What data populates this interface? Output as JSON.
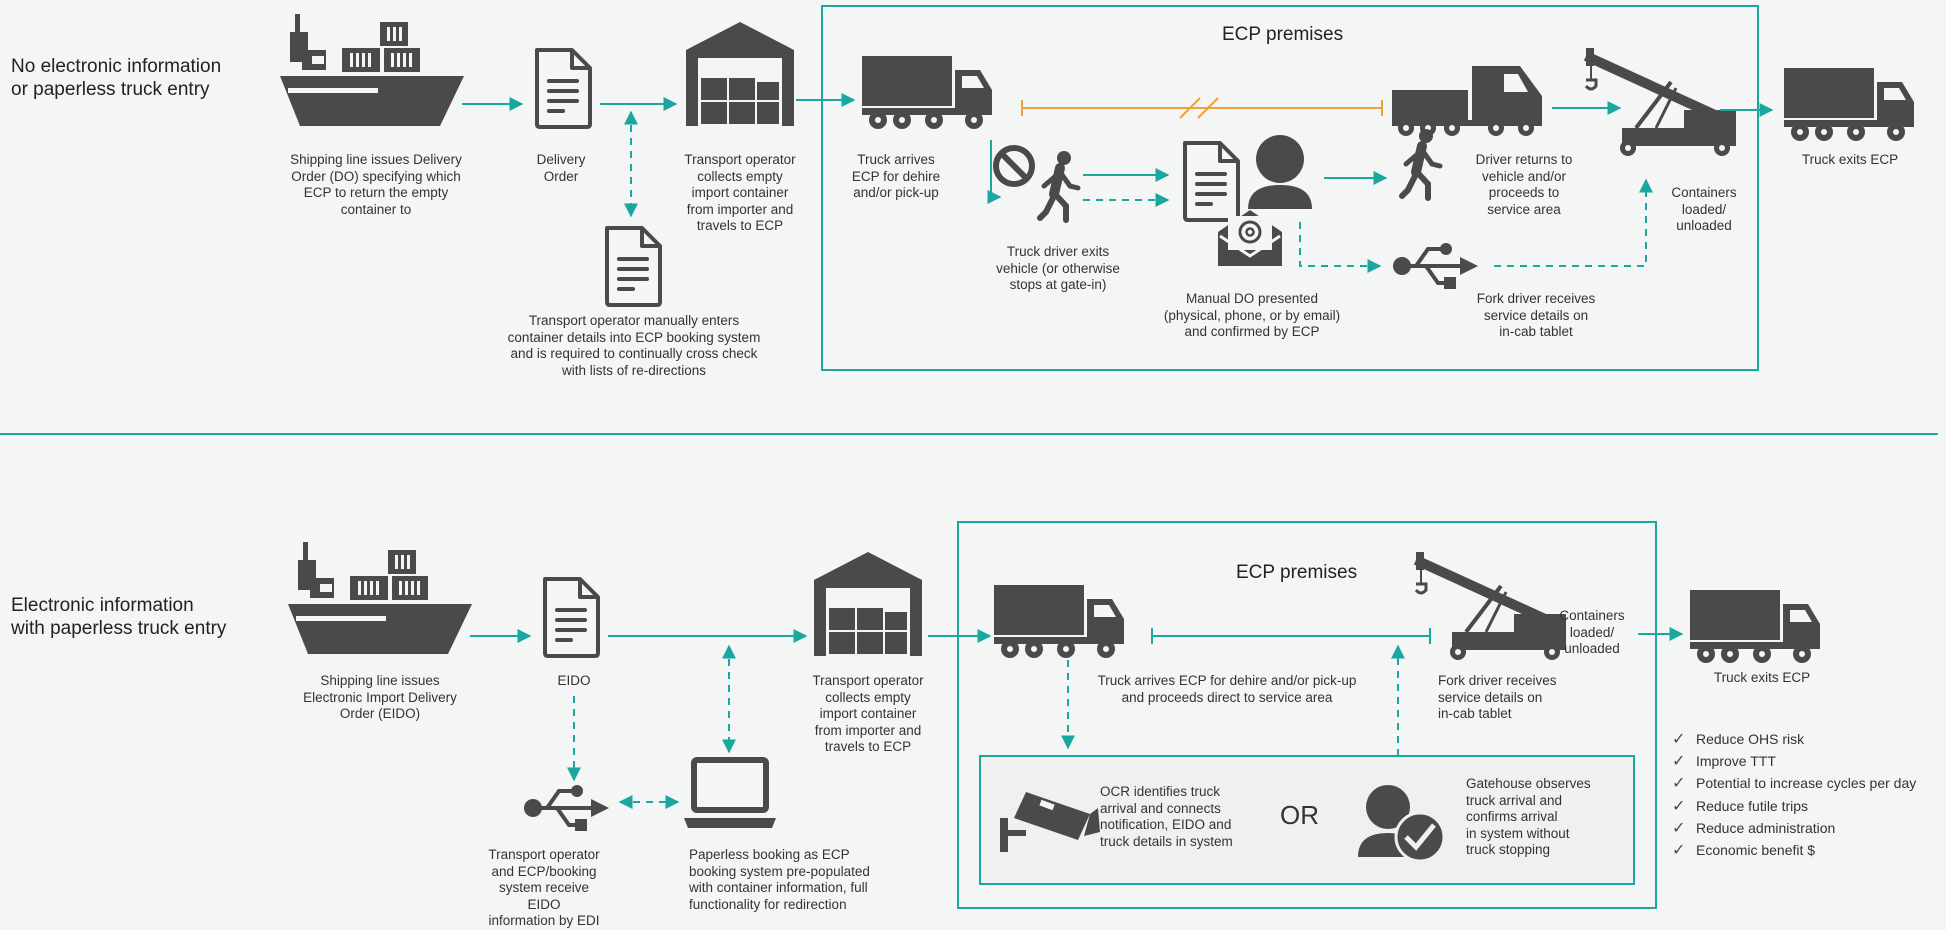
{
  "top": {
    "title_line1": "No electronic information",
    "title_line2": "or paperless truck entry",
    "premises_label": "ECP premises",
    "captions": {
      "ship": [
        "Shipping line issues Delivery",
        "Order (DO) specifying which",
        "ECP to return the empty",
        "container to"
      ],
      "do": [
        "Delivery",
        "Order"
      ],
      "warehouse": [
        "Transport operator",
        "collects empty",
        "import container",
        "from importer and",
        "travels to ECP"
      ],
      "manual_entry": [
        "Transport operator manually enters",
        "container details into ECP booking system",
        "and is required to continually cross check",
        "with lists of re-directions"
      ],
      "truck_arrives": [
        "Truck arrives",
        "ECP for dehire",
        "and/or pick-up"
      ],
      "driver_exits": [
        "Truck driver exits",
        "vehicle (or otherwise",
        "stops at gate-in)"
      ],
      "manual_do": [
        "Manual DO presented",
        "(physical, phone, or by email)",
        "and confirmed by ECP"
      ],
      "driver_returns": [
        "Driver returns to",
        "vehicle and/or",
        "proceeds to",
        "service area"
      ],
      "fork_driver": [
        "Fork driver receives",
        "service details on",
        "in-cab tablet"
      ],
      "containers": [
        "Containers",
        "loaded/",
        "unloaded"
      ],
      "truck_exits": [
        "Truck exits ECP"
      ]
    }
  },
  "bottom": {
    "title_line1": "Electronic information",
    "title_line2": "with paperless truck entry",
    "premises_label": "ECP premises",
    "or_label": "OR",
    "captions": {
      "ship": [
        "Shipping line issues",
        "Electronic Import Delivery",
        "Order (EIDO)"
      ],
      "eido": [
        "EIDO"
      ],
      "warehouse": [
        "Transport operator",
        "collects empty",
        "import container",
        "from importer and",
        "travels to ECP"
      ],
      "usb": [
        "Transport operator",
        "and ECP/booking",
        "system receive EIDO",
        "information by EDI"
      ],
      "laptop": [
        "Paperless booking as ECP",
        "booking system pre-populated",
        "with container information, full",
        "functionality for redirection"
      ],
      "truck_arrives": [
        "Truck arrives ECP for dehire and/or pick-up",
        "and proceeds direct to service area"
      ],
      "fork_driver": [
        "Fork driver receives",
        "service details on",
        "in-cab tablet"
      ],
      "containers": [
        "Containers",
        "loaded/",
        "unloaded"
      ],
      "truck_exits": [
        "Truck exits ECP"
      ],
      "ocr": [
        "OCR identifies truck",
        "arrival and connects",
        "notification, EIDO and",
        "truck details in system"
      ],
      "gatehouse": [
        "Gatehouse observes",
        "truck arrival and",
        "confirms arrival",
        "in system without",
        "truck stopping"
      ]
    },
    "benefits": [
      "Reduce OHS risk",
      "Improve TTT",
      "Potential to increase cycles per day",
      "Reduce futile trips",
      "Reduce administration",
      "Economic benefit $"
    ]
  },
  "colors": {
    "teal": "#1aa7a0",
    "orange": "#f0a23a",
    "icon": "#4a4a4a"
  },
  "icons": [
    "ship-icon",
    "document-icon",
    "warehouse-icon",
    "truck-icon",
    "trailer-truck-icon",
    "crane-icon",
    "no-entry-icon",
    "walking-person-icon",
    "person-icon",
    "email-icon",
    "usb-icon",
    "laptop-icon",
    "cctv-camera-icon",
    "person-check-icon",
    "checkmark-icon"
  ]
}
